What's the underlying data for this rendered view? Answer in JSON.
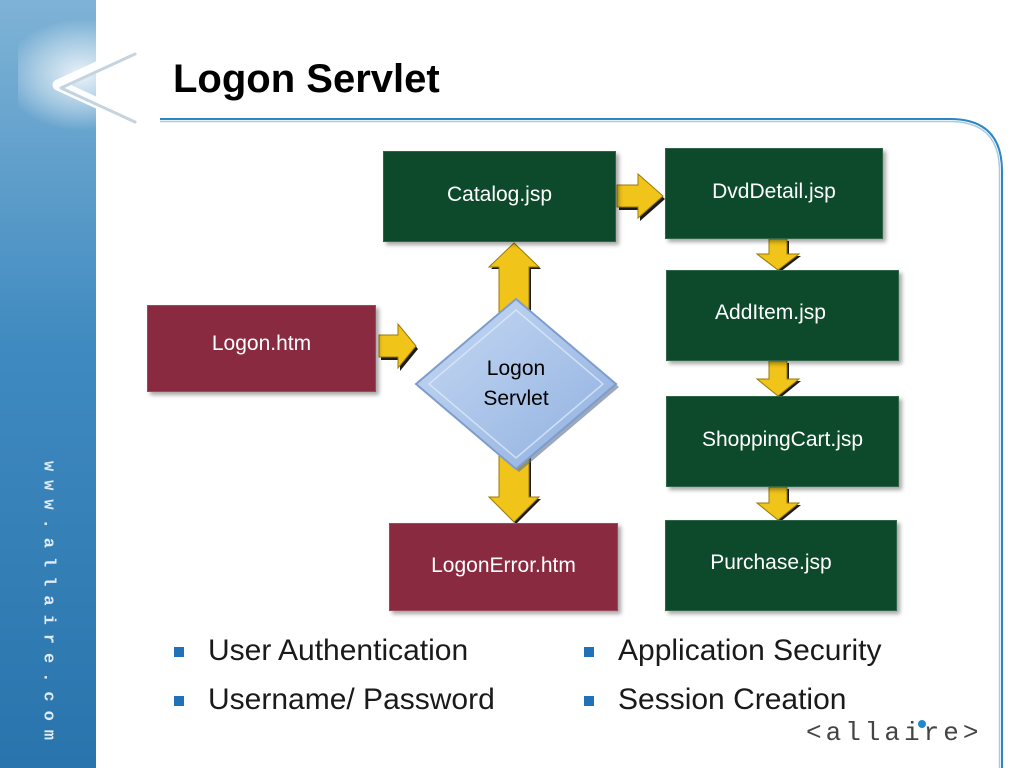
{
  "slide": {
    "title": "Logon Servlet",
    "sidebar_url": "www.allaire.com",
    "logo_text": "<allaire>"
  },
  "diagram": {
    "nodes": {
      "logon_htm": "Logon.htm",
      "servlet_line1": "Logon",
      "servlet_line2": "Servlet",
      "logon_error": "LogonError.htm",
      "catalog": "Catalog.jsp",
      "dvd_detail": "DvdDetail.jsp",
      "add_item": "AddItem.jsp",
      "shopping_cart": "ShoppingCart.jsp",
      "purchase": "Purchase.jsp"
    },
    "flows": [
      [
        "Logon.htm",
        "Logon Servlet"
      ],
      [
        "Logon Servlet",
        "Catalog.jsp"
      ],
      [
        "Logon Servlet",
        "LogonError.htm"
      ],
      [
        "Catalog.jsp",
        "DvdDetail.jsp"
      ],
      [
        "DvdDetail.jsp",
        "AddItem.jsp"
      ],
      [
        "AddItem.jsp",
        "ShoppingCart.jsp"
      ],
      [
        "ShoppingCart.jsp",
        "Purchase.jsp"
      ]
    ]
  },
  "bullets": {
    "left": [
      "User Authentication",
      "Username/ Password"
    ],
    "right": [
      "Application Security",
      "Session Creation"
    ]
  },
  "colors": {
    "process_box": "#0d4a2b",
    "page_box": "#8a2a40",
    "servlet": "#a9c4ea",
    "arrow": "#f0c419",
    "accent": "#1f72b5"
  }
}
